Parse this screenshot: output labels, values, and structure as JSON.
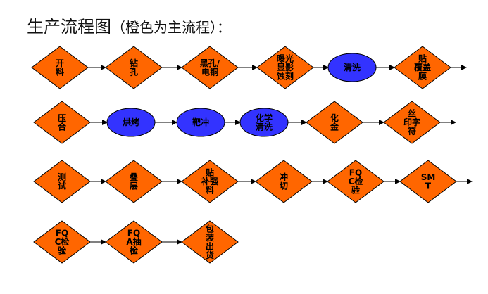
{
  "title": {
    "main": "生产流程图",
    "sub": "（橙色为主流程）："
  },
  "colors": {
    "main_flow": "#FF6600",
    "auxiliary": "#3333FF",
    "stroke": "#000000"
  },
  "nodes": [
    {
      "id": "kailiao",
      "shape": "diamond",
      "lines": [
        "开",
        "料"
      ]
    },
    {
      "id": "zuankong",
      "shape": "diamond",
      "lines": [
        "钻",
        "孔"
      ]
    },
    {
      "id": "heikong",
      "shape": "diamond",
      "lines": [
        "黑孔/",
        "电铜"
      ]
    },
    {
      "id": "baoguang",
      "shape": "diamond",
      "lines": [
        "曝光",
        "显影",
        "蚀刻"
      ]
    },
    {
      "id": "qingxi1",
      "shape": "ellipse",
      "lines": [
        "清洗"
      ]
    },
    {
      "id": "tiefugai",
      "shape": "diamond",
      "lines": [
        "贴",
        "覆盖",
        "膜"
      ]
    },
    {
      "id": "yahe",
      "shape": "diamond",
      "lines": [
        "压",
        "合"
      ]
    },
    {
      "id": "hongkao",
      "shape": "ellipse",
      "lines": [
        "烘烤"
      ]
    },
    {
      "id": "bachong",
      "shape": "ellipse",
      "lines": [
        "靶冲"
      ]
    },
    {
      "id": "huaxue",
      "shape": "ellipse",
      "lines": [
        "化学",
        "清洗"
      ]
    },
    {
      "id": "huajin",
      "shape": "diamond",
      "lines": [
        "化",
        "金"
      ]
    },
    {
      "id": "siyin",
      "shape": "diamond",
      "lines": [
        "丝",
        "印字",
        "符"
      ]
    },
    {
      "id": "ceshi",
      "shape": "diamond",
      "lines": [
        "测",
        "试"
      ]
    },
    {
      "id": "dieceng",
      "shape": "diamond",
      "lines": [
        "叠",
        "层"
      ]
    },
    {
      "id": "tiebu",
      "shape": "diamond",
      "lines": [
        "贴",
        "补强",
        "料"
      ]
    },
    {
      "id": "chongqie",
      "shape": "diamond",
      "lines": [
        "冲",
        "切"
      ]
    },
    {
      "id": "fqc1",
      "shape": "diamond",
      "lines": [
        "FQ",
        "C检",
        "验"
      ]
    },
    {
      "id": "smt",
      "shape": "diamond",
      "lines": [
        "SM",
        "T"
      ]
    },
    {
      "id": "fqc2",
      "shape": "diamond",
      "lines": [
        "FQ",
        "C检",
        "验"
      ]
    },
    {
      "id": "fqa",
      "shape": "diamond",
      "lines": [
        "FQ",
        "A抽",
        "检"
      ]
    },
    {
      "id": "baozhuang",
      "shape": "diamond",
      "lines": [
        "包",
        "装",
        "出",
        "货"
      ]
    }
  ]
}
